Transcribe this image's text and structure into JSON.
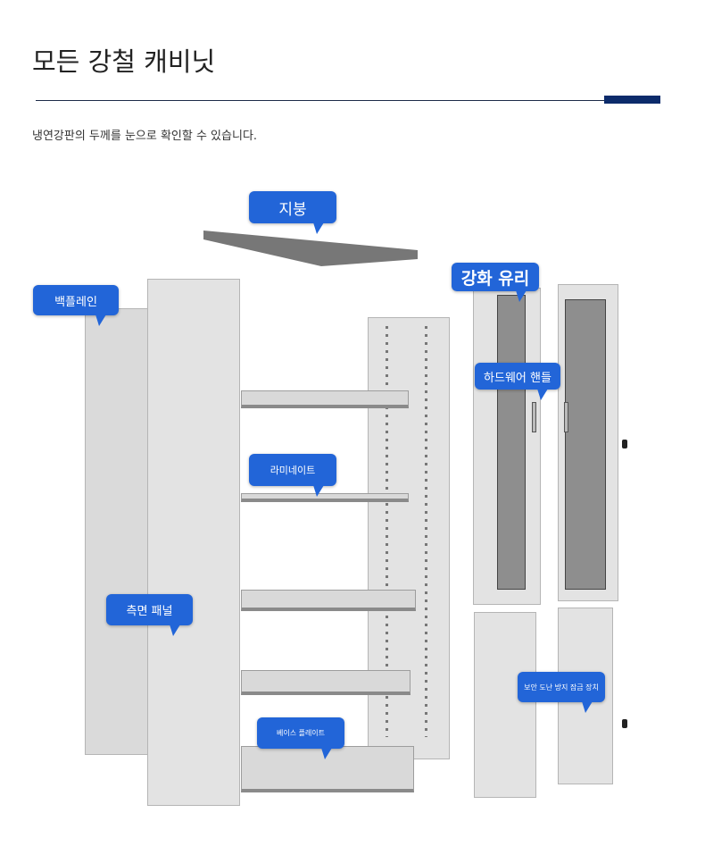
{
  "header": {
    "title": "모든 강철 캐비닛",
    "subtitle": "냉연강판의 두께를 눈으로 확인할 수 있습니다."
  },
  "labels": {
    "roof": "지붕",
    "back_plane": "백플레인",
    "tempered_glass": "강화 유리",
    "hardware_handle": "하드웨어 핸들",
    "laminate": "라미네이트",
    "side_panel": "측면 패널",
    "base_plate": "베이스 플레이트",
    "anti_theft_lock": "보안 도난 방지 잠금 장치"
  },
  "colors": {
    "accent": "#0c2b6b",
    "callout": "#2265d8"
  }
}
